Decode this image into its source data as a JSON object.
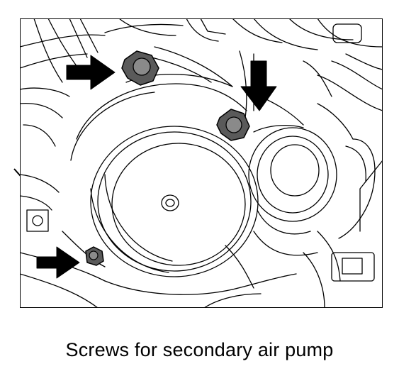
{
  "caption": "Screws for secondary air pump",
  "colors": {
    "line": "#000000",
    "screw_fill": "#5a5a5a",
    "screw_highlight": "#8a8a8a",
    "background": "#ffffff"
  },
  "screws": [
    {
      "name": "upper-left-screw"
    },
    {
      "name": "upper-right-screw"
    },
    {
      "name": "lower-left-screw"
    }
  ],
  "arrows": [
    {
      "name": "arrow-upper-left"
    },
    {
      "name": "arrow-upper-right"
    },
    {
      "name": "arrow-lower-left"
    }
  ]
}
